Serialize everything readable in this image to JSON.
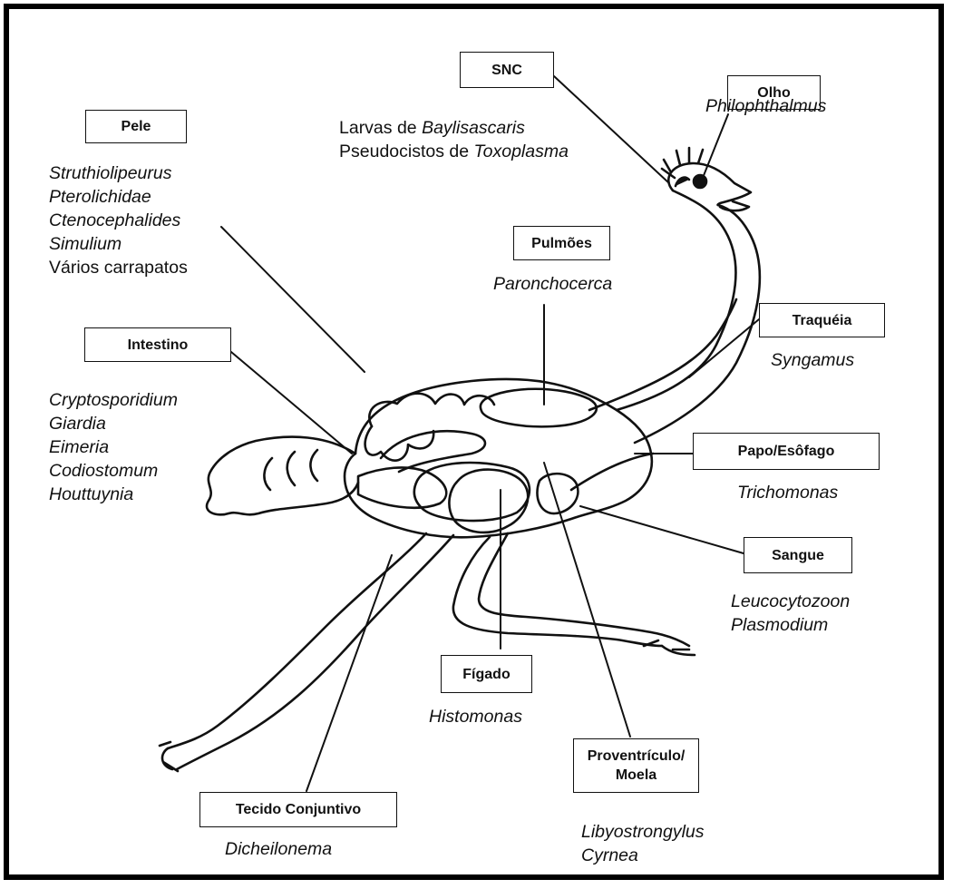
{
  "labels": {
    "pele": {
      "title": "Pele",
      "items": [
        "Struthiolipeurus",
        "Pterolichidae",
        "Ctenocephalides",
        "Simulium",
        "Vários carrapatos"
      ]
    },
    "snc": {
      "title": "SNC",
      "line1_a": "Larvas de ",
      "line1_b": "Baylisascaris",
      "line2_a": "Pseudocistos de ",
      "line2_b": "Toxoplasma"
    },
    "olho": {
      "title": "Olho",
      "items": [
        "Philophthalmus"
      ]
    },
    "pulmoes": {
      "title": "Pulmões",
      "items": [
        "Paronchocerca"
      ]
    },
    "traqueia": {
      "title": "Traquéia",
      "items": [
        "Syngamus"
      ]
    },
    "intestino": {
      "title": "Intestino",
      "items": [
        "Cryptosporidium",
        "Giardia",
        "Eimeria",
        "Codiostomum",
        "Houttuynia"
      ]
    },
    "papo": {
      "title": "Papo/Esôfago",
      "items": [
        "Trichomonas"
      ]
    },
    "sangue": {
      "title": "Sangue",
      "items": [
        "Leucocytozoon",
        "Plasmodium"
      ]
    },
    "figado": {
      "title": "Fígado",
      "items": [
        "Histomonas"
      ]
    },
    "proventriculo": {
      "title_line1": "Proventrículo/",
      "title_line2": "Moela",
      "items": [
        "Libyostrongylus",
        "Cyrnea"
      ]
    },
    "tecido": {
      "title": "Tecido Conjuntivo",
      "items": [
        "Dicheilonema"
      ]
    }
  },
  "colors": {
    "ink": "#111111",
    "frame": "#000000",
    "background": "#ffffff"
  }
}
